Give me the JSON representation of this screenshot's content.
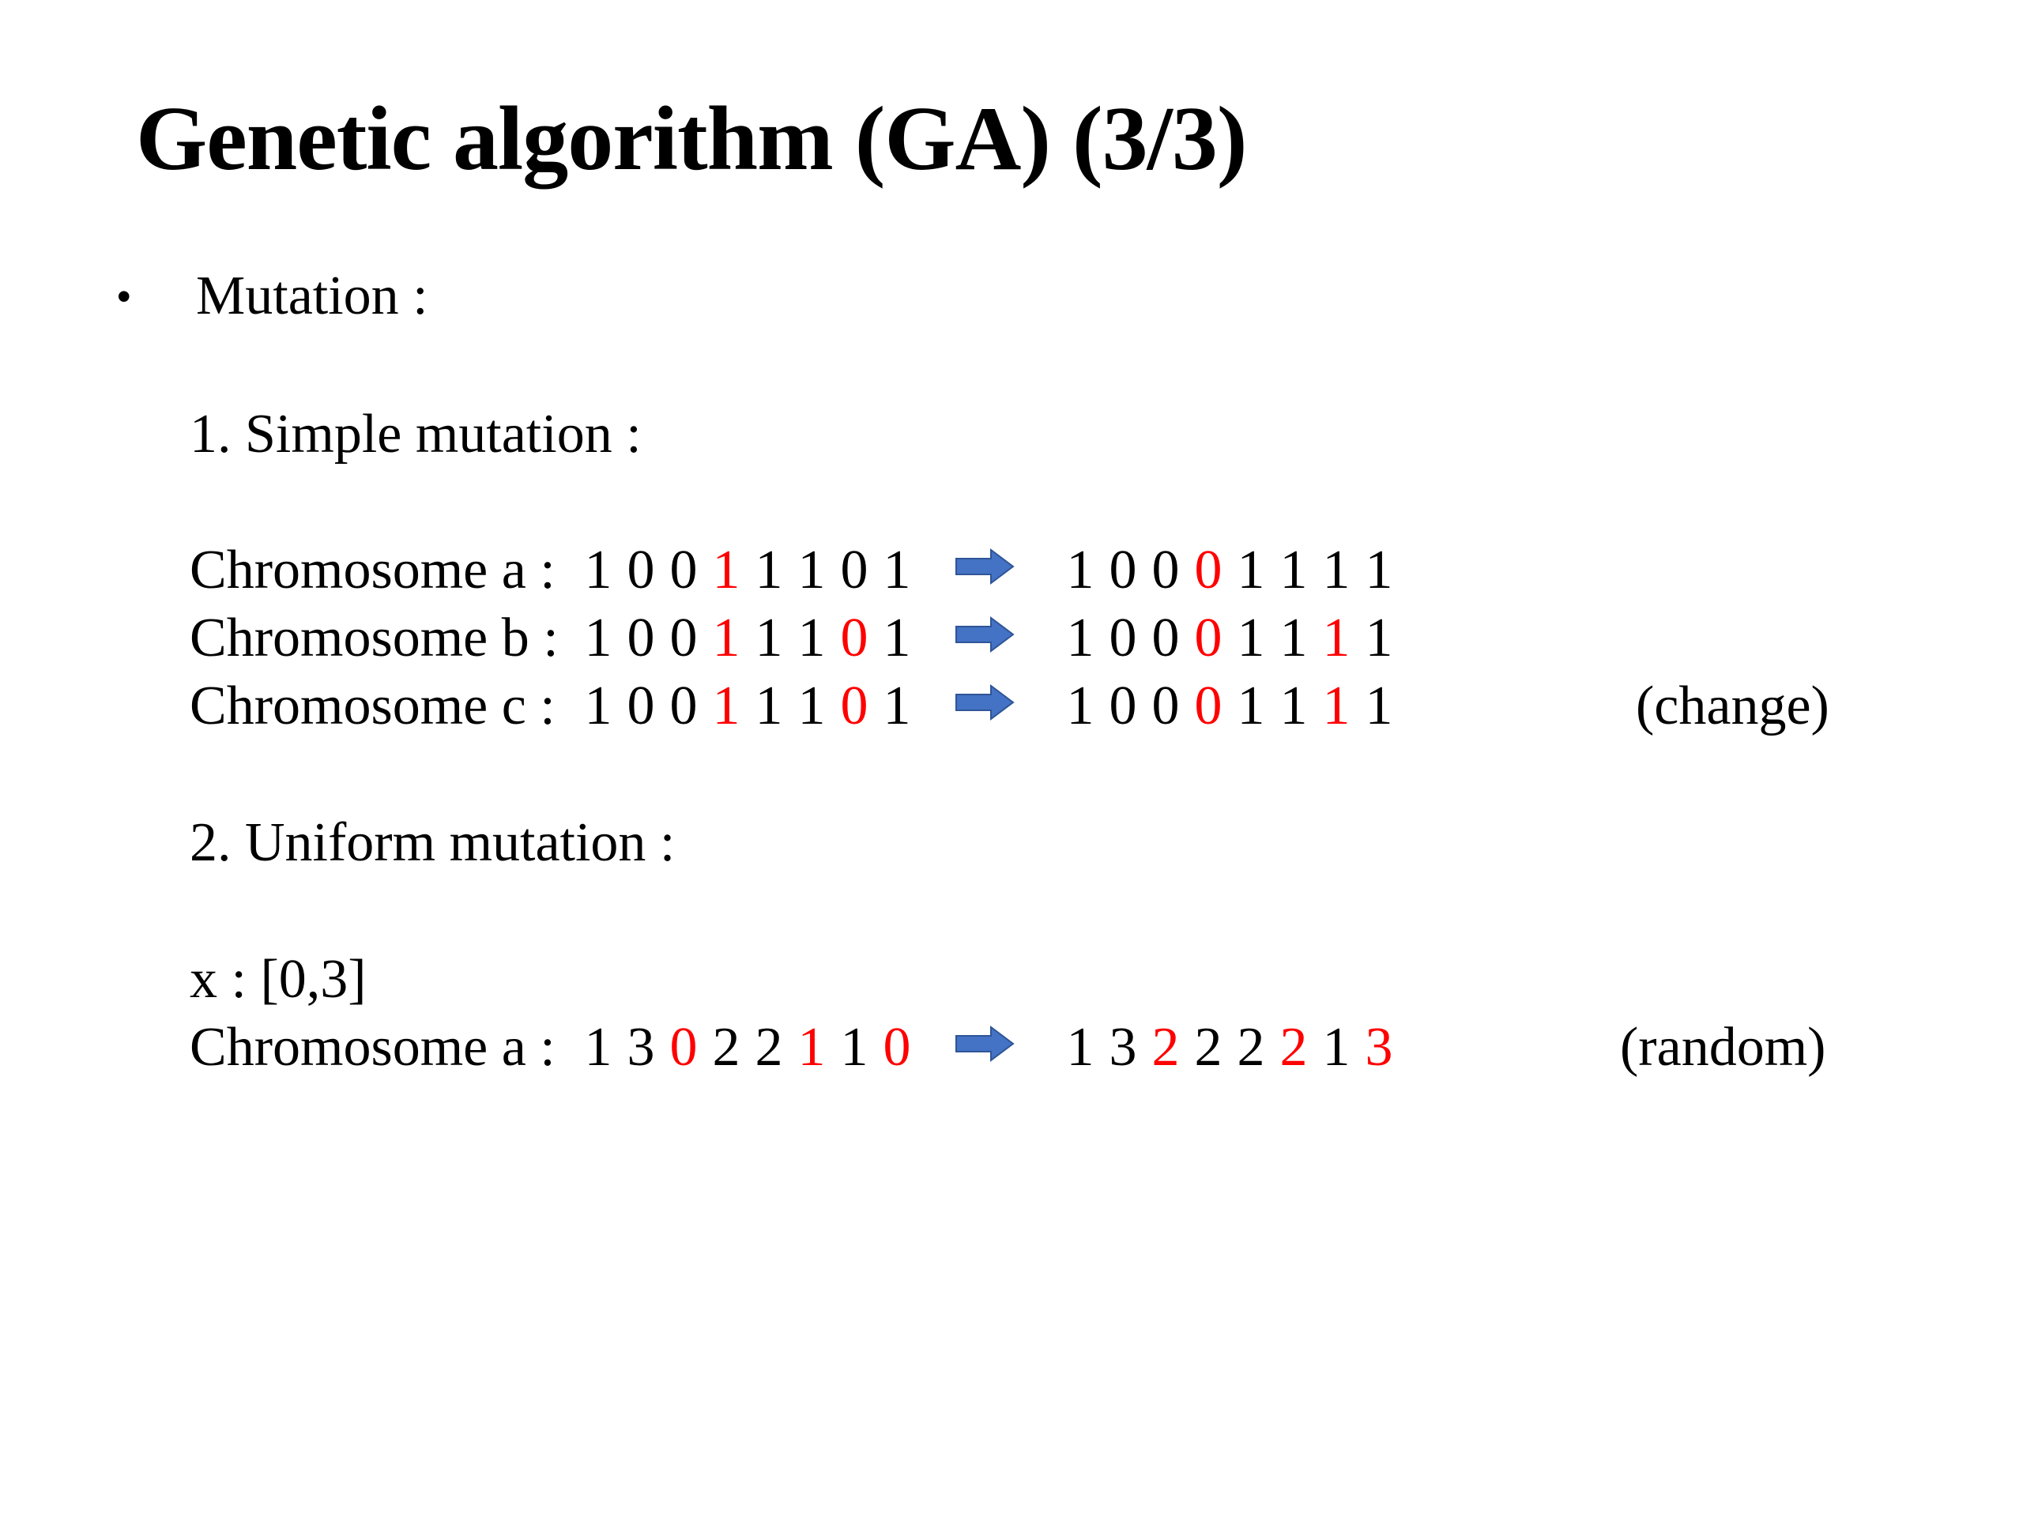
{
  "slide": {
    "title": "Genetic algorithm (GA) (3/3)",
    "bullet": {
      "symbol": "•",
      "text": "Mutation :"
    },
    "section1": {
      "heading": "1. Simple mutation :",
      "rows": [
        {
          "label": "Chromosome a :",
          "before": [
            {
              "v": "1",
              "hl": false
            },
            {
              "v": "0",
              "hl": false
            },
            {
              "v": "0",
              "hl": false
            },
            {
              "v": "1",
              "hl": true
            },
            {
              "v": "1",
              "hl": false
            },
            {
              "v": "1",
              "hl": false
            },
            {
              "v": "0",
              "hl": false
            },
            {
              "v": "1",
              "hl": false
            }
          ],
          "after": [
            {
              "v": "1",
              "hl": false
            },
            {
              "v": "0",
              "hl": false
            },
            {
              "v": "0",
              "hl": false
            },
            {
              "v": "0",
              "hl": true
            },
            {
              "v": "1",
              "hl": false
            },
            {
              "v": "1",
              "hl": false
            },
            {
              "v": "1",
              "hl": false
            },
            {
              "v": "1",
              "hl": false
            }
          ],
          "note": ""
        },
        {
          "label": "Chromosome b :",
          "before": [
            {
              "v": "1",
              "hl": false
            },
            {
              "v": "0",
              "hl": false
            },
            {
              "v": "0",
              "hl": false
            },
            {
              "v": "1",
              "hl": true
            },
            {
              "v": "1",
              "hl": false
            },
            {
              "v": "1",
              "hl": false
            },
            {
              "v": "0",
              "hl": true
            },
            {
              "v": "1",
              "hl": false
            }
          ],
          "after": [
            {
              "v": "1",
              "hl": false
            },
            {
              "v": "0",
              "hl": false
            },
            {
              "v": "0",
              "hl": false
            },
            {
              "v": "0",
              "hl": true
            },
            {
              "v": "1",
              "hl": false
            },
            {
              "v": "1",
              "hl": false
            },
            {
              "v": "1",
              "hl": true
            },
            {
              "v": "1",
              "hl": false
            }
          ],
          "note": ""
        },
        {
          "label": "Chromosome c :",
          "before": [
            {
              "v": "1",
              "hl": false
            },
            {
              "v": "0",
              "hl": false
            },
            {
              "v": "0",
              "hl": false
            },
            {
              "v": "1",
              "hl": true
            },
            {
              "v": "1",
              "hl": false
            },
            {
              "v": "1",
              "hl": false
            },
            {
              "v": "0",
              "hl": true
            },
            {
              "v": "1",
              "hl": false
            }
          ],
          "after": [
            {
              "v": "1",
              "hl": false
            },
            {
              "v": "0",
              "hl": false
            },
            {
              "v": "0",
              "hl": false
            },
            {
              "v": "0",
              "hl": true
            },
            {
              "v": "1",
              "hl": false
            },
            {
              "v": "1",
              "hl": false
            },
            {
              "v": "1",
              "hl": true
            },
            {
              "v": "1",
              "hl": false
            }
          ],
          "note": "(change)"
        }
      ]
    },
    "section2": {
      "heading": "2. Uniform mutation :",
      "range": "x : [0,3]",
      "rows": [
        {
          "label": "Chromosome a :",
          "before": [
            {
              "v": "1",
              "hl": false
            },
            {
              "v": "3",
              "hl": false
            },
            {
              "v": "0",
              "hl": true
            },
            {
              "v": "2",
              "hl": false
            },
            {
              "v": "2",
              "hl": false
            },
            {
              "v": "1",
              "hl": true
            },
            {
              "v": "1",
              "hl": false
            },
            {
              "v": "0",
              "hl": true
            }
          ],
          "after": [
            {
              "v": "1",
              "hl": false
            },
            {
              "v": "3",
              "hl": false
            },
            {
              "v": "2",
              "hl": true
            },
            {
              "v": "2",
              "hl": false
            },
            {
              "v": "2",
              "hl": false
            },
            {
              "v": "2",
              "hl": true
            },
            {
              "v": "1",
              "hl": false
            },
            {
              "v": "3",
              "hl": true
            }
          ],
          "note": "(random)"
        }
      ]
    },
    "colors": {
      "highlight": "#ff0000",
      "arrow_fill": "#4472c4",
      "arrow_stroke": "#2f5597",
      "text": "#000000",
      "background": "#ffffff"
    },
    "icons": {
      "arrow": "right-arrow-icon"
    }
  }
}
